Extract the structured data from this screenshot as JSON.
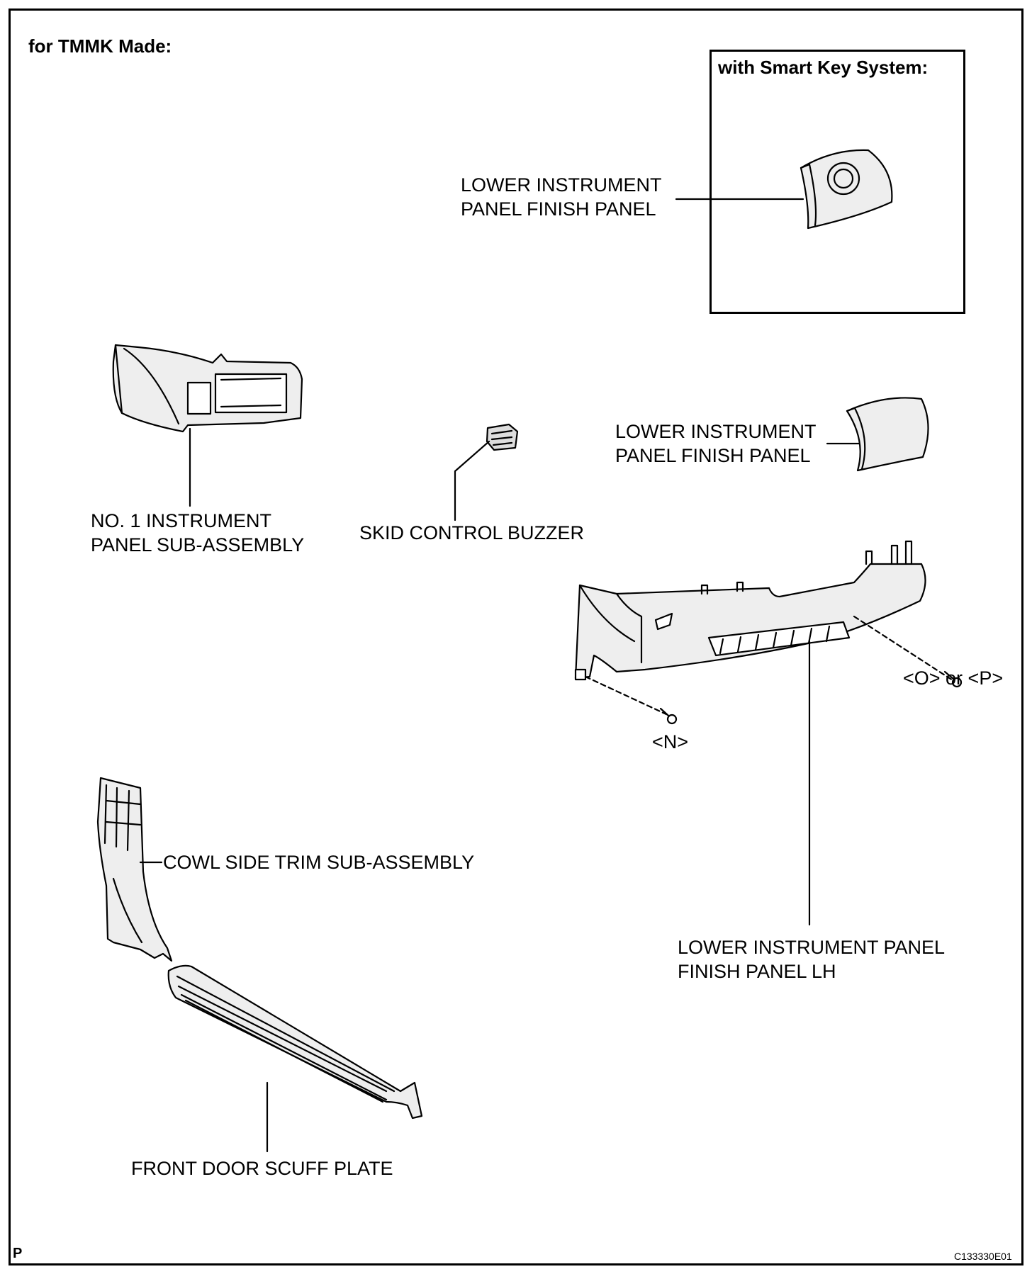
{
  "header": {
    "title": "for TMMK Made:"
  },
  "inset": {
    "title": "with Smart Key System:"
  },
  "callouts": {
    "lower_finish_panel_smartkey": [
      "LOWER INSTRUMENT",
      "PANEL FINISH PANEL"
    ],
    "no1_instrument_panel": [
      "NO. 1 INSTRUMENT",
      "PANEL SUB-ASSEMBLY"
    ],
    "skid_control_buzzer": "SKID CONTROL BUZZER",
    "lower_finish_panel": [
      "LOWER INSTRUMENT",
      "PANEL FINISH PANEL"
    ],
    "fastener_op": "<O> or <P>",
    "fastener_n": "<N>",
    "cowl_side_trim": "COWL SIDE TRIM SUB-ASSEMBLY",
    "lower_finish_panel_lh": [
      "LOWER INSTRUMENT PANEL",
      "FINISH PANEL LH"
    ],
    "front_door_scuff_plate": "FRONT DOOR SCUFF PLATE"
  },
  "footer": {
    "corner_left": "P",
    "figure_code": "C133330E01"
  }
}
